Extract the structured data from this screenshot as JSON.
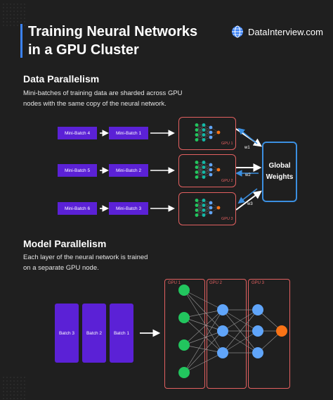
{
  "header": {
    "title_line1": "Training Neural Networks",
    "title_line2": "in a GPU Cluster",
    "brand": "DataInterview.com"
  },
  "data_parallelism": {
    "heading": "Data Parallelism",
    "desc_line1": "Mini-batches of training data are sharded across GPU",
    "desc_line2": "nodes with the same copy of the neural network.",
    "rows": [
      {
        "queued": "Mini-Batch 4",
        "current": "Mini-Batch 1",
        "gpu": "GPU 1",
        "weight": "w1"
      },
      {
        "queued": "Mini-Batch 5",
        "current": "Mini-Batch 2",
        "gpu": "GPU 2",
        "weight": "w2"
      },
      {
        "queued": "Mini-Batch 6",
        "current": "Mini-Batch 3",
        "gpu": "GPU 3",
        "weight": "w3"
      }
    ],
    "global_line1": "Global",
    "global_line2": "Weights"
  },
  "model_parallelism": {
    "heading": "Model Parallelism",
    "desc_line1": "Each layer of the neural network is trained",
    "desc_line2": "on a separate GPU node.",
    "batches": [
      "Batch 3",
      "Batch 2",
      "Batch 1"
    ],
    "gpus": [
      "GPU 1",
      "GPU 2",
      "GPU 3"
    ]
  },
  "colors": {
    "accent_blue": "#3b82f6",
    "batch_purple": "#5b21d6",
    "gpu_border": "#e26060",
    "node_green": "#22c55e",
    "node_blue": "#60a5fa",
    "node_orange": "#f97316",
    "node_teal": "#14b8a6",
    "global_border": "#3b8fe0",
    "background": "#1f1f1f"
  },
  "icons": {
    "brand": "globe-icon",
    "arrows": "right-arrow-icon",
    "weight_sync": "bidirectional-arrow-icon"
  }
}
